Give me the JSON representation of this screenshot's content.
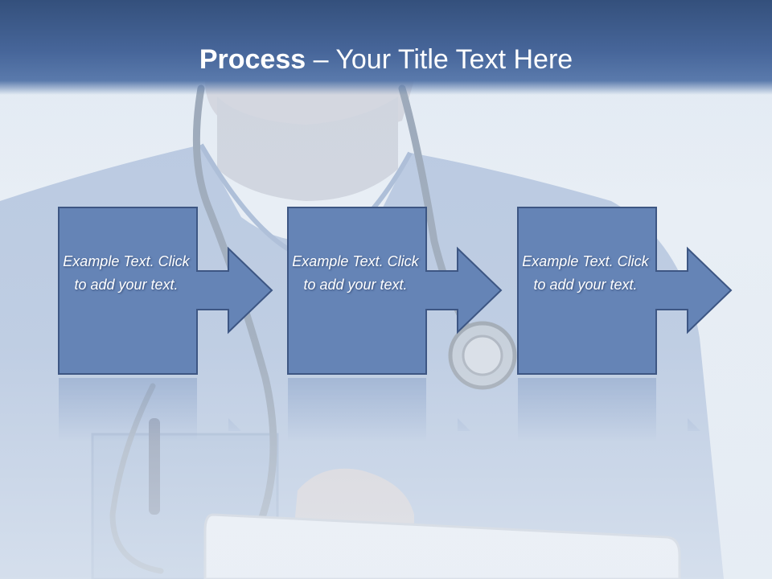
{
  "title": {
    "strong": "Process",
    "rest": " – Your Title Text Here"
  },
  "steps": [
    {
      "text": "Example Text. Click  to add your text."
    },
    {
      "text": "Example Text. Click  to add your text."
    },
    {
      "text": "Example Text. Click  to add your text."
    }
  ],
  "colors": {
    "title_bar": "#47669a",
    "box_fill": "#6584b6",
    "box_border": "#3d5683",
    "text": "#ffffff"
  }
}
